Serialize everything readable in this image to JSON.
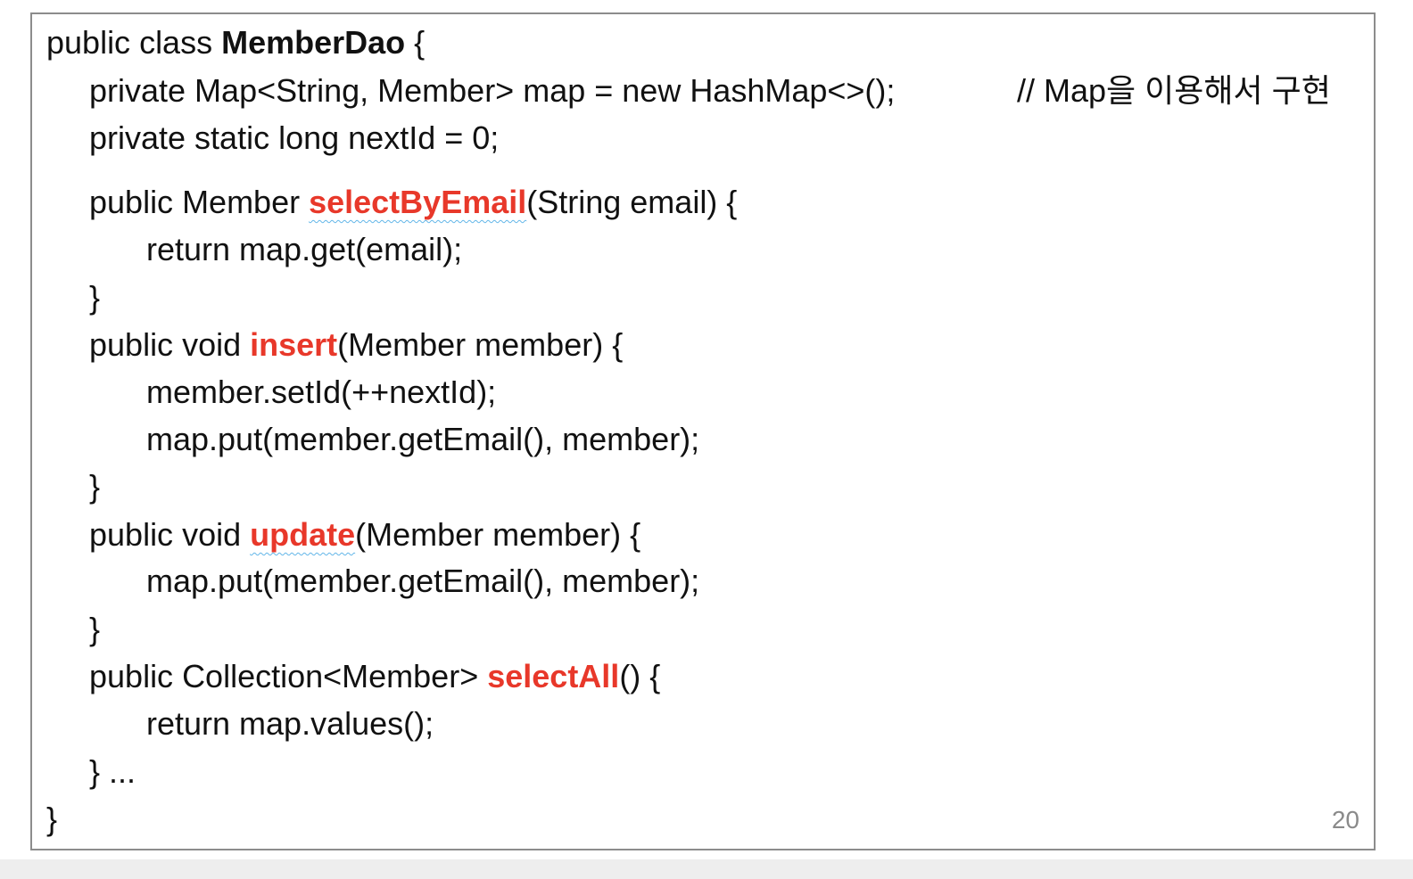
{
  "code": {
    "class_decl_prefix": "public class ",
    "class_name": "MemberDao",
    "class_decl_suffix": " {",
    "map_field": "private Map<String, Member> map = new HashMap<>();",
    "map_comment": "// Map을 이용해서 구현",
    "next_id_field": "private static long nextId = 0;",
    "select_by_email": {
      "prefix": "public Member ",
      "name": "selectByEmail",
      "suffix": "(String email) {",
      "body": [
        "return map.get(email);"
      ],
      "close": "}"
    },
    "insert": {
      "prefix": "public void ",
      "name": "insert",
      "suffix": "(Member member) {",
      "body": [
        "member.setId(++nextId);",
        "map.put(member.getEmail(), member);"
      ],
      "close": "}"
    },
    "update": {
      "prefix": "public void ",
      "name": "update",
      "suffix": "(Member member) {",
      "body": [
        "map.put(member.getEmail(), member);"
      ],
      "close": "}"
    },
    "select_all": {
      "prefix": "public Collection<Member> ",
      "name": "selectAll",
      "suffix": "() {",
      "body": [
        "return map.values();"
      ],
      "close": "} ..."
    },
    "class_close": "}"
  },
  "page_number": "20",
  "colors": {
    "method_highlight": "#e8382a",
    "spellcheck_underline": "#62b6e8",
    "border": "#8c8c8c"
  }
}
